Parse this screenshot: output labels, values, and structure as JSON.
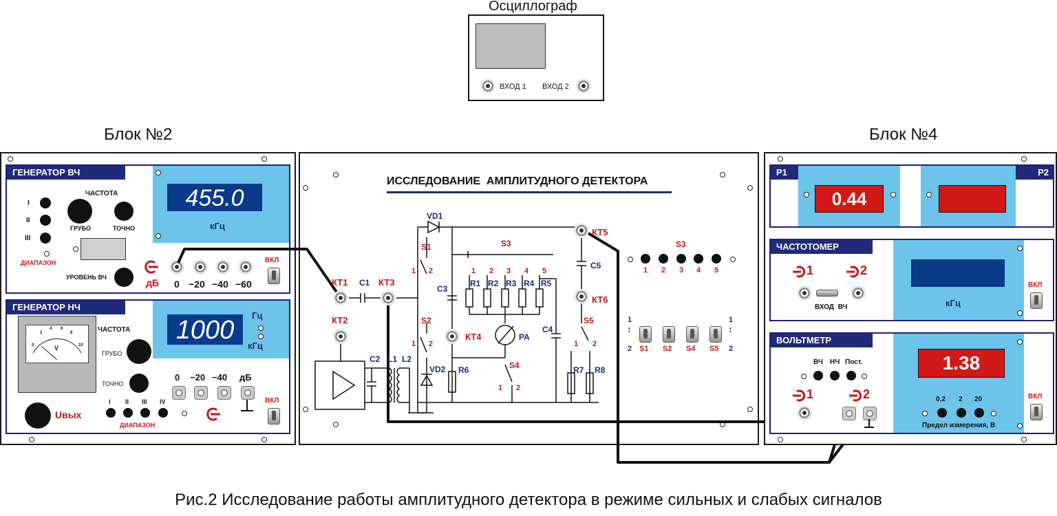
{
  "oscilloscope": {
    "title": "Осциллограф",
    "input1": "ВХОД 1",
    "input2": "ВХОД 2"
  },
  "block2": {
    "title": "Блок №2"
  },
  "block4": {
    "title": "Блок №4"
  },
  "gen_hf": {
    "title": "ГЕНЕРАТОР ВЧ",
    "frequency": "ЧАСТОТА",
    "coarse": "ГРУБО",
    "fine": "ТОЧНО",
    "range_labels": [
      "I",
      "II",
      "III"
    ],
    "range": "ДИАПАЗОН",
    "level": "УРОВЕНЬ ВЧ",
    "display_value": "455.0",
    "unit": "кГц",
    "db": "дБ",
    "attenuators": [
      "0",
      "−20",
      "−40",
      "−60"
    ],
    "power": "ВКЛ"
  },
  "gen_lf": {
    "title": "ГЕНЕРАТОР НЧ",
    "frequency": "ЧАСТОТА",
    "coarse": "ГРУБО",
    "fine": "ТОЧНО",
    "display_value": "1000",
    "unit_hz": "Гц",
    "unit_khz": "кГц",
    "meter_ticks": [
      "0",
      "2",
      "4",
      "6",
      "8",
      "10"
    ],
    "meter_unit": "V",
    "attenuators": [
      "0",
      "−20",
      "−40",
      "дБ"
    ],
    "uout": "Uвых",
    "range_labels": [
      "I",
      "II",
      "III",
      "IV"
    ],
    "range": "ДИАПАЗОН",
    "power": "ВКЛ"
  },
  "detector": {
    "title": "ИССЛЕДОВАНИЕ  АМПЛИТУДНОГО ДЕТЕКТОРА",
    "labels": {
      "kt1": "КТ1",
      "kt2": "КТ2",
      "kt3": "КТ3",
      "kt4": "КТ4",
      "kt5": "КТ5",
      "kt6": "КТ6",
      "c1": "С1",
      "c2": "С2",
      "c3": "С3",
      "c4": "С4",
      "c5": "С5",
      "l1": "L1",
      "l2": "L2",
      "vd1": "VD1",
      "vd2": "VD2",
      "r1": "R1",
      "r2": "R2",
      "r3": "R3",
      "r4": "R4",
      "r5": "R5",
      "r6": "R6",
      "r7": "R7",
      "r8": "R8",
      "s1": "S1",
      "s2": "S2",
      "s3": "S3",
      "s4": "S4",
      "s5": "S5",
      "pa": "PA",
      "one": "1",
      "two": "2",
      "three": "3",
      "four": "4",
      "five": "5"
    },
    "s3_positions": [
      "1",
      "2",
      "3",
      "4",
      "5"
    ],
    "switches": [
      "S1",
      "S2",
      "S4",
      "S5"
    ]
  },
  "meters_pp": {
    "p1": "P1",
    "p2": "P2",
    "p1_value": "0.44"
  },
  "freq_counter": {
    "title": "ЧАСТОТОМЕР",
    "in1": "1",
    "in2": "2",
    "input": "ВХОД  ВЧ",
    "unit": "кГц",
    "power": "ВКЛ"
  },
  "voltmeter": {
    "title": "ВОЛЬТМЕТР",
    "modes": [
      "ВЧ",
      "НЧ",
      "Пост."
    ],
    "in1": "1",
    "in2": "2",
    "value": "1.38",
    "limits": [
      "0,2",
      "2",
      "20"
    ],
    "limit_label": "Предел измерения, В",
    "power": "ВКЛ"
  },
  "caption": "Рис.2 Исследование работы амплитудного детектора в режиме сильных и слабых сигналов",
  "colors": {
    "navy": "#1f2a78",
    "screen_blue": "#0a3a8a",
    "panel_blue": "#6cc4ea",
    "red": "#c4161c",
    "display_red": "#d31818"
  }
}
